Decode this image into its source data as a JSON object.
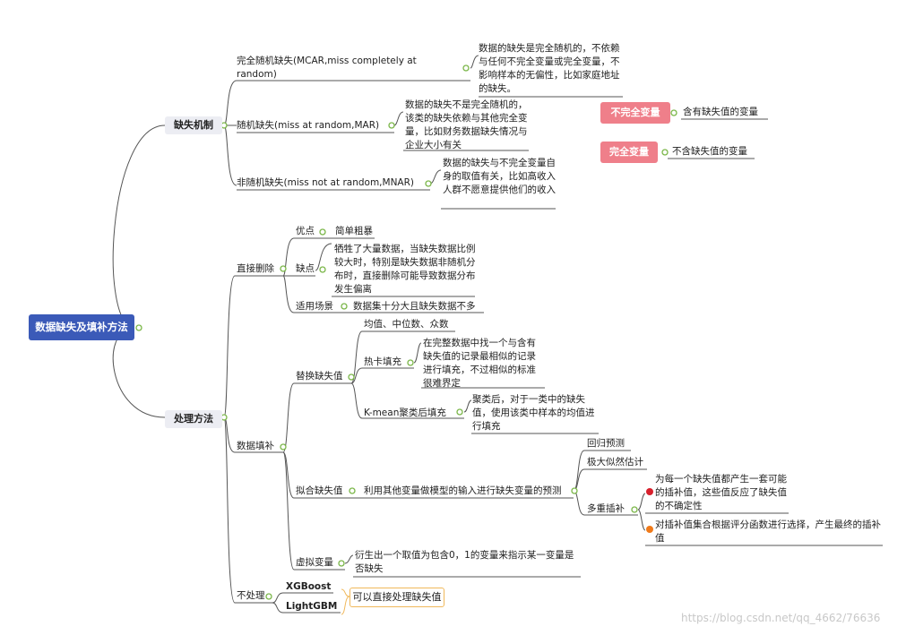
{
  "root": "数据缺失及填补方法",
  "mechanism": {
    "title": "缺失机制",
    "mcar": {
      "label": "完全随机缺失(MCAR,miss completely at random)",
      "desc": "数据的缺失是完全随机的，不依赖与任何不完全变量或完全变量，不影响样本的无偏性，比如家庭地址的缺失。"
    },
    "mar": {
      "label": "随机缺失(miss at random,MAR)",
      "desc": "数据的缺失不是完全随机的，该类的缺失依赖与其他完全变量，比如财务数据缺失情况与企业大小有关"
    },
    "mnar": {
      "label": "非随机缺失(miss not at random,MNAR)",
      "desc": "数据的缺失与不完全变量自身的取值有关，比如高收入人群不愿意提供他们的收入"
    }
  },
  "definitions": {
    "incomplete": {
      "tag": "不完全变量",
      "desc": "含有缺失值的变量"
    },
    "complete": {
      "tag": "完全变量",
      "desc": "不含缺失值的变量"
    }
  },
  "methods": {
    "title": "处理方法",
    "delete": {
      "label": "直接删除",
      "pro_label": "优点",
      "pro": "简单粗暴",
      "con_label": "缺点",
      "con": "牺牲了大量数据，当缺失数据比例较大时，特别是缺失数据非随机分布时，直接删除可能导致数据分布发生偏离",
      "scene_label": "适用场景",
      "scene": "数据集十分大且缺失数据不多"
    },
    "fill": {
      "label": "数据填补",
      "replace": {
        "label": "替换缺失值",
        "mean": "均值、中位数、众数",
        "hotdeck_label": "热卡填充",
        "hotdeck": "在完整数据中找一个与含有缺失值的记录最相似的记录进行填充，不过相似的标准很难界定",
        "kmean_label": "K-mean聚类后填充",
        "kmean": "聚类后，对于一类中的缺失值，使用该类中样本的均值进行填充"
      },
      "fit": {
        "label": "拟合缺失值",
        "desc": "利用其他变量做模型的输入进行缺失变量的预测",
        "regression": "回归预测",
        "mle": "极大似然估计",
        "multiple_label": "多重插补",
        "multiple_1": "为每一个缺失值都产生一套可能的插补值，这些值反应了缺失值的不确定性",
        "multiple_2": "对插补值集合根据评分函数进行选择，产生最终的插补值"
      },
      "dummy": {
        "label": "虚拟变量",
        "desc": "衍生出一个取值为包含0，1的变量来指示某一变量是否缺失"
      }
    },
    "none": {
      "label": "不处理",
      "xgboost": "XGBoost",
      "lightgbm": "LightGBM",
      "note": "可以直接处理缺失值"
    }
  },
  "watermark": "https://blog.csdn.net/qq_4662/76636",
  "colors": {
    "root": "#3b5ab8",
    "tag": "#ef7f8a",
    "line": "#555555",
    "dot": "#7ab648",
    "note_border": "#f0b85a"
  }
}
